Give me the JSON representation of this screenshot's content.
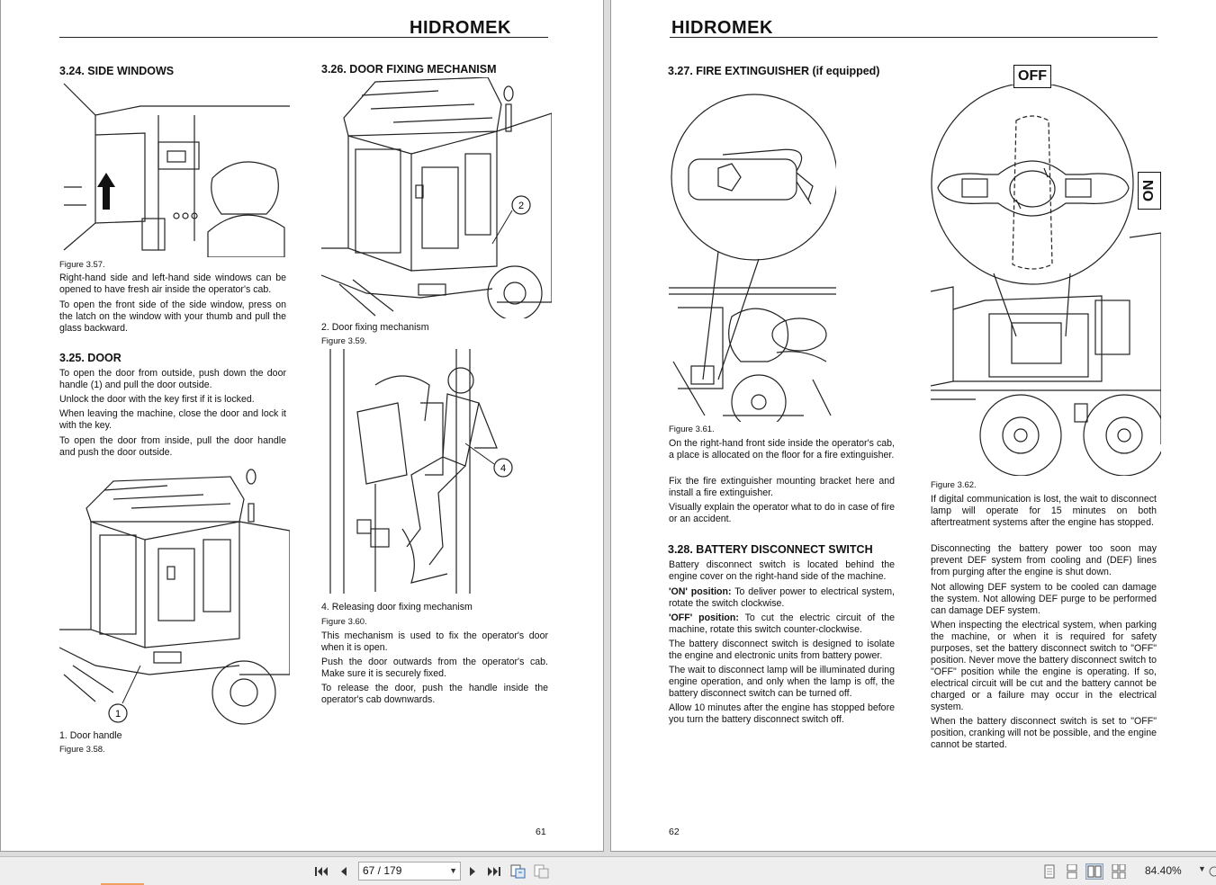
{
  "app": {
    "brand": "HIDROMEK"
  },
  "left_page": {
    "number": "61",
    "s324": {
      "num": "3.24.",
      "title": "SIDE WINDOWS",
      "figure": "Figure 3.57.",
      "p1": "Right-hand side and left-hand side windows can be opened to have fresh air inside the operator's cab.",
      "p2": "To open the front side of the side window, press on the latch on the window with your thumb and pull the glass backward."
    },
    "s325": {
      "num": "3.25.",
      "title": "DOOR",
      "p1": "To open the door from outside, push down the door handle (1) and pull the door outside.",
      "p2": "Unlock the door with the key first if it is locked.",
      "p3": "When leaving the machine, close the door and lock it with the key.",
      "p4": "To open the door from inside, pull the door handle and push the door outside.",
      "callout": "1",
      "legend": "1. Door handle",
      "figure": "Figure 3.58."
    },
    "s326": {
      "num": "3.26.",
      "title": "DOOR FIXING MECHANISM",
      "callout1": "2",
      "legend1": "2. Door fixing mechanism",
      "figure1": "Figure 3.59.",
      "callout2": "4",
      "legend2": "4. Releasing door fixing mechanism",
      "figure2": "Figure 3.60.",
      "p1": "This mechanism is used to fix the operator's door when it is open.",
      "p2": "Push the door outwards from the operator's cab. Make sure it is securely fixed.",
      "p3": "To release the door, push the handle inside the operator's cab downwards."
    }
  },
  "right_page": {
    "number": "62",
    "s327": {
      "num": "3.27.",
      "title": "FIRE EXTINGUISHER (if equipped)",
      "figure": "Figure 3.61.",
      "p1": "On the right-hand front side inside the operator's cab, a place is allocated on the floor for a fire extinguisher.",
      "p2": "Fix the fire extinguisher mounting bracket here and install a fire extinguisher.",
      "p3": "Visually explain the operator what to do in case of fire or an accident."
    },
    "s328": {
      "num": "3.28.",
      "title": "BATTERY DISCONNECT SWITCH",
      "p1": "Battery disconnect switch is located behind the engine cover on the right-hand side of the machine.",
      "on_label": "'ON' position:",
      "on_text": " To deliver power to electrical system, rotate the switch clockwise.",
      "off_label": "'OFF' position:",
      "off_text": " To cut the electric circuit of the machine, rotate this switch counter-clockwise.",
      "p4": "The battery disconnect switch is designed to isolate the engine and electronic units from battery power.",
      "p5": "The wait to disconnect lamp will be illuminated during engine operation, and only when the lamp is off, the battery disconnect switch can be turned off.",
      "p6": "Allow 10 minutes after the engine has stopped before you turn the battery disconnect switch off."
    },
    "fig362": {
      "off_badge": "OFF",
      "on_badge": "ON",
      "figure": "Figure 3.62.",
      "p1": "If digital communication is lost, the wait to disconnect lamp will operate for 15 minutes on both aftertreatment systems after the engine has stopped.",
      "p2": "Disconnecting the battery power too soon may prevent DEF system from cooling and (DEF) lines from purging after the engine is shut down.",
      "p3": "Not allowing DEF system to be cooled can damage the system. Not allowing DEF purge to be performed can damage DEF system.",
      "p4": "When inspecting the electrical system, when parking the machine, or when it is required for safety purposes, set the battery disconnect switch to \"OFF\" position. Never move the battery disconnect switch to \"OFF\" position while the engine is operating. If so, electrical circuit will be cut and the battery cannot be charged or a failure may occur in the electrical system.",
      "p5": "When the battery disconnect switch is set to \"OFF\" position, cranking will not be possible, and the engine cannot be started."
    }
  },
  "toolbar": {
    "page_indicator": "67 / 179",
    "zoom": "84.40%",
    "icons": [
      "first-page-icon",
      "prev-page-icon",
      "next-page-icon",
      "last-page-icon",
      "go-back-icon",
      "go-forward-icon",
      "single-page-icon",
      "continuous-icon",
      "two-page-icon",
      "two-page-continuous-icon",
      "zoom-dropdown-icon"
    ]
  }
}
